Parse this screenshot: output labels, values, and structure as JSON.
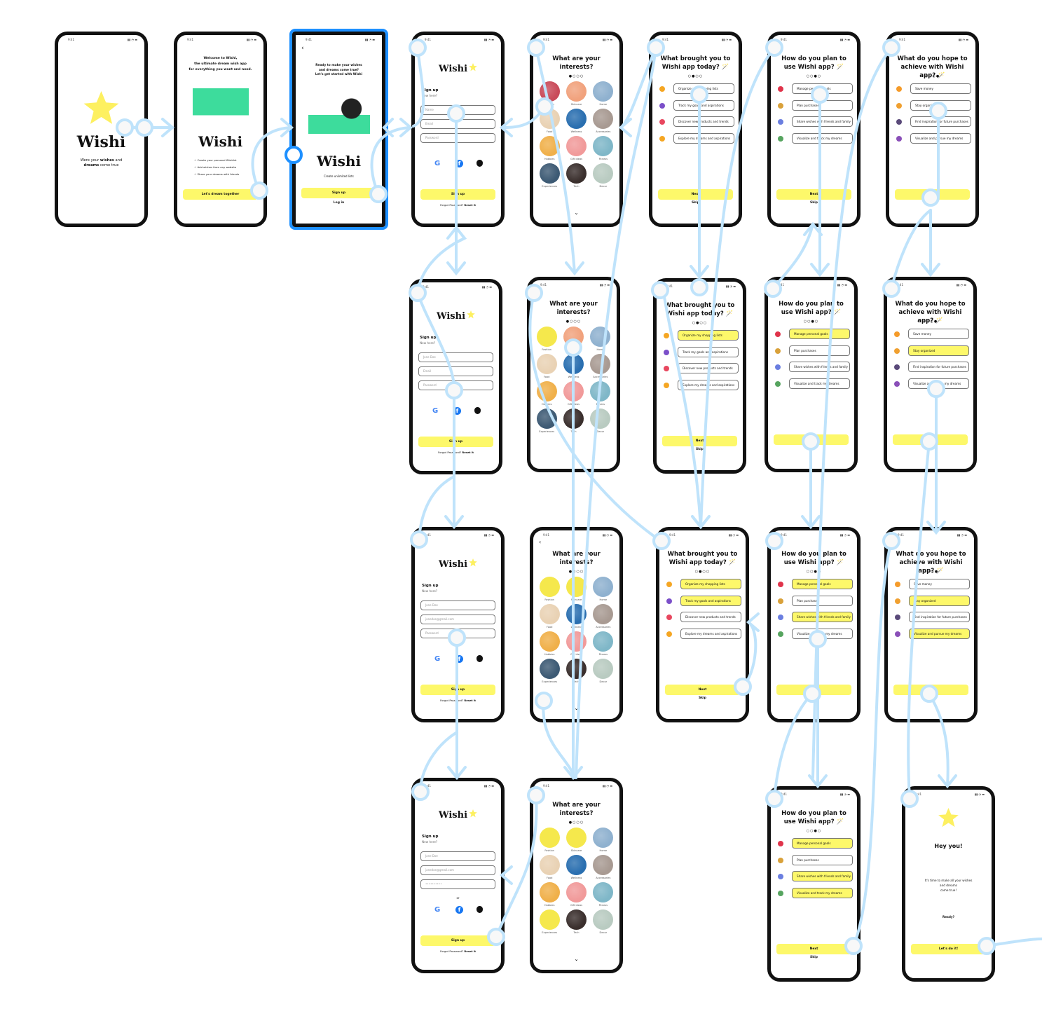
{
  "status_time": "9:41",
  "accent": "#fdf86a",
  "connector_color": "#bfe3fb",
  "selection_color": "#1e90ff",
  "content": {
    "logo": "Wishi",
    "splash": {
      "tagline_a": "Were your ",
      "tagline_b": "wishes",
      "tagline_c": " and",
      "tagline_d": "dreams",
      "tagline_e": " come true"
    },
    "welcome": {
      "heading": [
        "Welcome to Wishi,",
        "the ultimate dream wish app",
        "for everything you want and need."
      ],
      "bullets": [
        "Create your personal Wishlist",
        "Add wishes from any website",
        "Share your dreams with friends"
      ],
      "button": "Let's dream together"
    },
    "ready": {
      "back": "‹",
      "heading": [
        "Ready to make your wishes",
        "and dreams come true?",
        "Let's get started with Wishi"
      ],
      "caption": "Create unlimited lists",
      "signup": "Sign up",
      "login": "Log in"
    },
    "signup": {
      "title": "Sign up",
      "subtitle": "New here?",
      "or": "or",
      "button": "Sign up",
      "forgot": "Forgot Password?",
      "reset": "Reset it",
      "social": [
        "G",
        "f",
        ""
      ]
    },
    "interests": {
      "title": "What are your interests?",
      "more": "⌄",
      "back": "‹",
      "items": [
        "Fashion",
        "Skincare",
        "Home",
        "Food",
        "Wellness",
        "Accessories",
        "Hobbies",
        "Gift ideas",
        "Fitness",
        "Experiences",
        "Tech",
        "Decor"
      ],
      "colors": [
        "#c94b5a",
        "#f1a27d",
        "#8fb1cf",
        "#e9d2b4",
        "#2a6fb0",
        "#a89a92",
        "#f0b04a",
        "#f19a9a",
        "#7fb7c8",
        "#3d5a74",
        "#3a2f2d",
        "#b9cbc1"
      ]
    },
    "brought": {
      "title": "What brought you to Wishi app today? 🪄",
      "options": [
        "Organize my shopping lists",
        "Track my goals and aspirations",
        "Discover new products and trends",
        "Explore my dreams and aspirations"
      ],
      "emoji": [
        "#f5a623",
        "#7b4fc9",
        "#e8475f",
        "#f5a623"
      ],
      "next": "Next",
      "skip": "Skip"
    },
    "plan": {
      "title": "How do you plan to use Wishi app? 🪄",
      "options": [
        "Manage personal goals",
        "Plan purchases",
        "Share wishes with friends and family",
        "Visualize and track my dreams"
      ],
      "emoji": [
        "#e0334a",
        "#d9a13a",
        "#6a7ee0",
        "#56a45f"
      ],
      "next": "Next",
      "skip": "Skip"
    },
    "achieve": {
      "title": "What do you hope to achieve with Wishi app? 🪄",
      "options": [
        "Save money",
        "Stay organized",
        "Find inspiration for future purchases",
        "Visualize and pursue my dreams"
      ],
      "emoji": [
        "#f59b2a",
        "#f0a030",
        "#5a4a7a",
        "#8a4fb8"
      ]
    },
    "final": {
      "title": "Hey you!",
      "body": [
        "It's time to make all your wishes",
        "and dreams",
        "come true!"
      ],
      "ready": "Ready?",
      "button": "Let's do it!"
    }
  },
  "screens": [
    {
      "type": "splash"
    },
    {
      "type": "welcome"
    },
    {
      "type": "ready",
      "selected_frame": true
    },
    {
      "type": "signup",
      "fields": [
        "Name",
        "Email",
        "Password"
      ]
    },
    {
      "type": "interests",
      "dot": 0,
      "chosen": []
    },
    {
      "type": "question",
      "q": "brought",
      "dot": 1,
      "chosen": []
    },
    {
      "type": "question",
      "q": "plan",
      "dot": 2,
      "chosen": []
    },
    {
      "type": "question",
      "q": "achieve",
      "dot": 3,
      "chosen": []
    },
    {
      "type": "signup",
      "fields": [
        "Jane Doe",
        "Email",
        "Password"
      ]
    },
    {
      "type": "interests",
      "dot": 0,
      "chosen": [
        0
      ]
    },
    {
      "type": "question",
      "q": "brought",
      "dot": 1,
      "chosen": [
        0
      ]
    },
    {
      "type": "question",
      "q": "plan",
      "dot": 2,
      "chosen": [
        0
      ]
    },
    {
      "type": "question",
      "q": "achieve",
      "dot": 3,
      "chosen": [
        1
      ]
    },
    {
      "type": "signup",
      "fields": [
        "Jane Doe",
        "janedoe@gmail.com",
        "Password"
      ]
    },
    {
      "type": "interests",
      "dot": 0,
      "chosen": [
        0,
        1
      ],
      "back": true
    },
    {
      "type": "question",
      "q": "brought",
      "dot": 1,
      "chosen": [
        0,
        1
      ]
    },
    {
      "type": "question",
      "q": "plan",
      "dot": 2,
      "chosen": [
        0,
        2
      ]
    },
    {
      "type": "question",
      "q": "achieve",
      "dot": 3,
      "chosen": [
        1,
        3
      ]
    },
    {
      "type": "signup",
      "fields": [
        "Jane Doe",
        "janedoe@gmail.com",
        "••••••••••"
      ],
      "show_or": true
    },
    {
      "type": "interests",
      "dot": 0,
      "chosen": [
        0,
        1,
        9
      ]
    },
    {
      "type": "question",
      "q": "plan",
      "dot": 2,
      "chosen": [
        0,
        2,
        3
      ]
    },
    {
      "type": "final"
    }
  ]
}
